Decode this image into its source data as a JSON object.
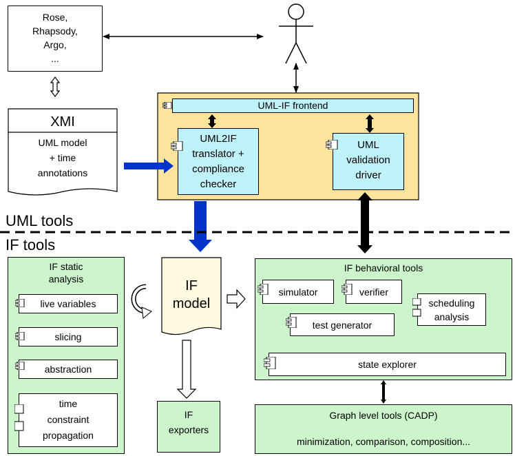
{
  "uml_tools_box": {
    "text": "Rose,\nRhapsody,\nArgo,\n..."
  },
  "xmi_doc": {
    "title": "XMI",
    "text": "UML model\n+ time\nannotations"
  },
  "frontend": {
    "label": "UML-IF frontend"
  },
  "uml2if": {
    "text": "UML2IF\ntranslator +\ncompliance\nchecker"
  },
  "validation": {
    "text": "UML\nvalidation\ndriver"
  },
  "separator": {
    "top_label": "UML tools",
    "bottom_label": "IF tools"
  },
  "static_analysis": {
    "title": "IF static\nanalysis",
    "items": [
      "live variables",
      "slicing",
      "abstraction",
      "time\nconstraint\npropagation"
    ]
  },
  "if_model": {
    "text": "IF\nmodel"
  },
  "exporters": {
    "text": "IF\nexporters"
  },
  "behavioral": {
    "title": "IF behavioral tools",
    "simulator": "simulator",
    "verifier": "verifier",
    "scheduling": "scheduling\nanalysis",
    "test_generator": "test generator",
    "state_explorer": "state explorer"
  },
  "graph_tools": {
    "title": "Graph level tools (CADP)",
    "subtitle": "minimization, comparison, composition..."
  },
  "colors": {
    "green": "#ccf5cc",
    "orange": "#fce49c",
    "cyan": "#bff3fa",
    "model": "#fefbe0",
    "arrow_blue": "#0033cc"
  }
}
